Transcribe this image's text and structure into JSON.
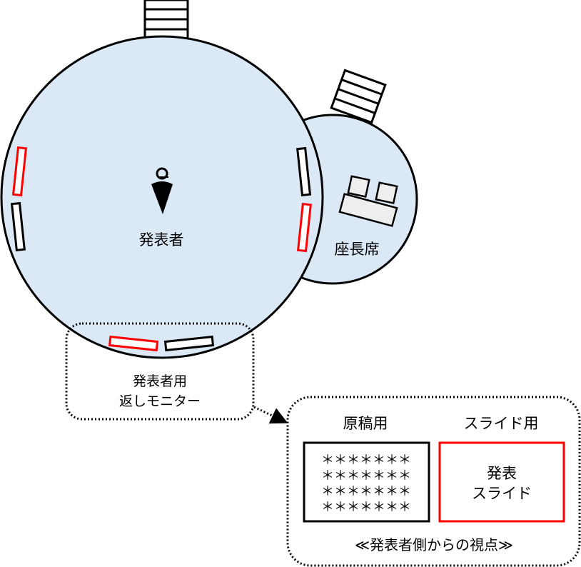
{
  "colors": {
    "floor": "#dbe8f5",
    "accent_red": "#ff0000",
    "line": "#000000",
    "chair": "#eeeeee"
  },
  "labels": {
    "presenter": "発表者",
    "chair_seat": "座長席",
    "return_monitor_line1": "発表者用",
    "return_monitor_line2": "返しモニター"
  },
  "detail": {
    "script_title": "原稿用",
    "slide_title": "スライド用",
    "script_rows": [
      "＊＊＊＊＊＊＊",
      "＊＊＊＊＊＊＊",
      "＊＊＊＊＊＊＊",
      "＊＊＊＊＊＊＊"
    ],
    "slide_line1": "発表",
    "slide_line2": "スライド",
    "caption": "≪発表者側からの視点≫"
  }
}
